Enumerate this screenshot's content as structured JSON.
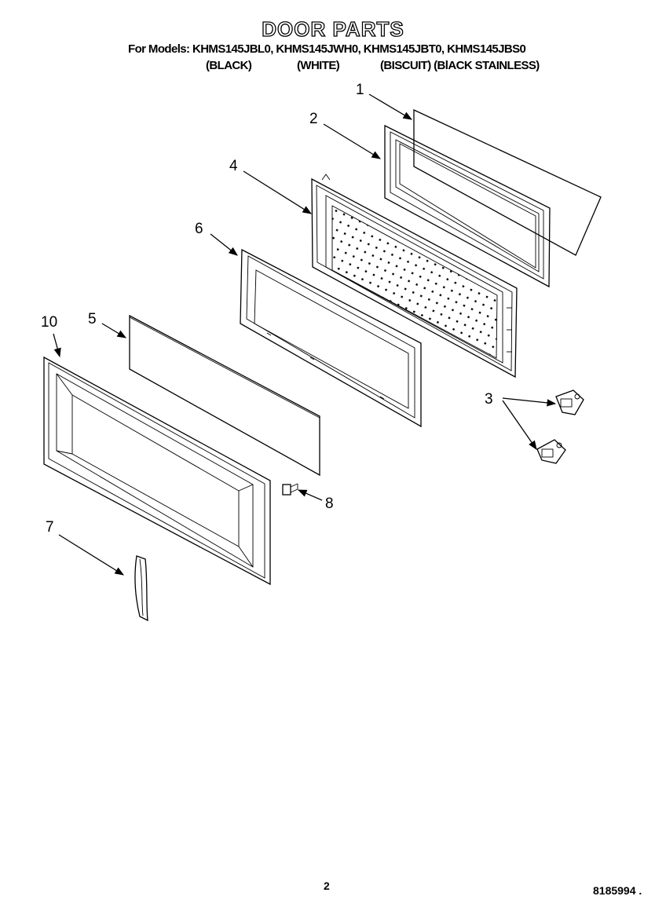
{
  "header": {
    "title": "DOOR PARTS",
    "models": "For Models: KHMS145JBL0, KHMS145JWH0, KHMS145JBT0, KHMS145JBS0",
    "colors": [
      "(BLACK)",
      "(WHITE)",
      "(BISCUIT) (BlACK STAINLESS)"
    ]
  },
  "callouts": {
    "c1": "1",
    "c2": "2",
    "c3": "3",
    "c4": "4",
    "c5": "5",
    "c6": "6",
    "c7": "7",
    "c8": "8",
    "c10": "10"
  },
  "footer": {
    "page_number": "2",
    "doc_number": "8185994 ."
  }
}
